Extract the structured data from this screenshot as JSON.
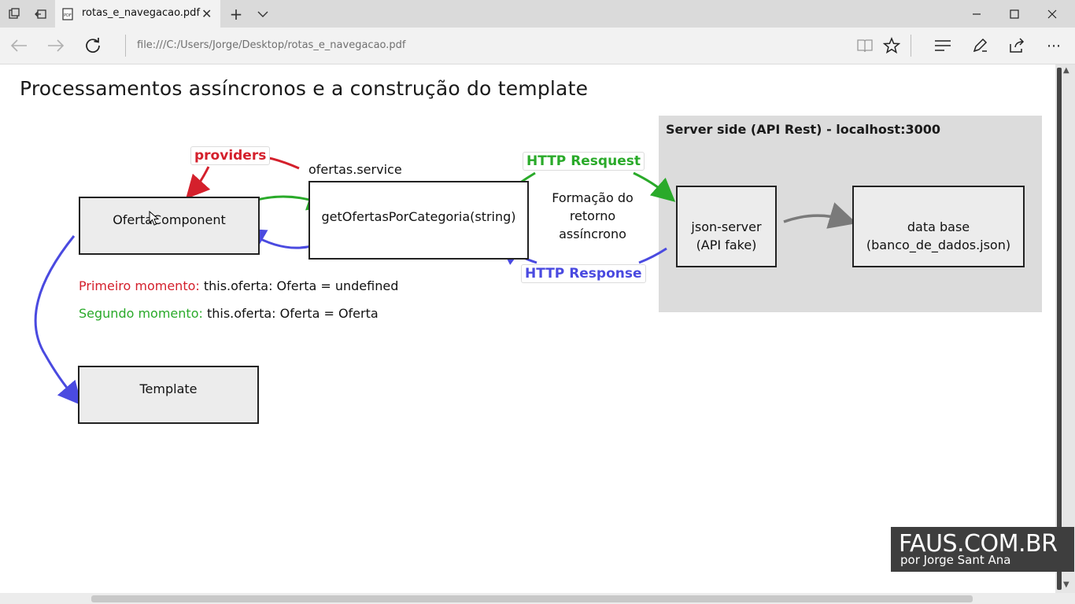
{
  "browser": {
    "tab_title": "rotas_e_navegacao.pdf",
    "address": "file:///C:/Users/Jorge/Desktop/rotas_e_navegacao.pdf"
  },
  "slide": {
    "title": "Processamentos assíncronos e a construção do template",
    "server_panel_title": "Server side (API Rest) - localhost:3000",
    "providers_label": "providers",
    "service_label": "ofertas.service",
    "component_box": "OfertaComponent",
    "service_box": "getOfertasPorCategoria(string)",
    "async_text": [
      "Formação do",
      "retorno",
      "assíncrono"
    ],
    "http_request": "HTTP Resquest",
    "http_response": "HTTP Response",
    "json_server_box": [
      "json-server",
      "(API fake)"
    ],
    "database_box": [
      "data base",
      "(banco_de_dados.json)"
    ],
    "template_box": "Template",
    "first_moment_label": "Primeiro momento:",
    "first_moment_value": "this.oferta: Oferta = undefined",
    "second_moment_label": "Segundo momento:",
    "second_moment_value": "this.oferta: Oferta = Oferta"
  },
  "colors": {
    "red": "#d4202c",
    "green": "#2aaa2a",
    "blue": "#4a4ae0",
    "gray_arrow": "#7a7a7a"
  },
  "watermark": {
    "title": "FAUS.COM.BR",
    "subtitle": "por Jorge Sant Ana"
  }
}
